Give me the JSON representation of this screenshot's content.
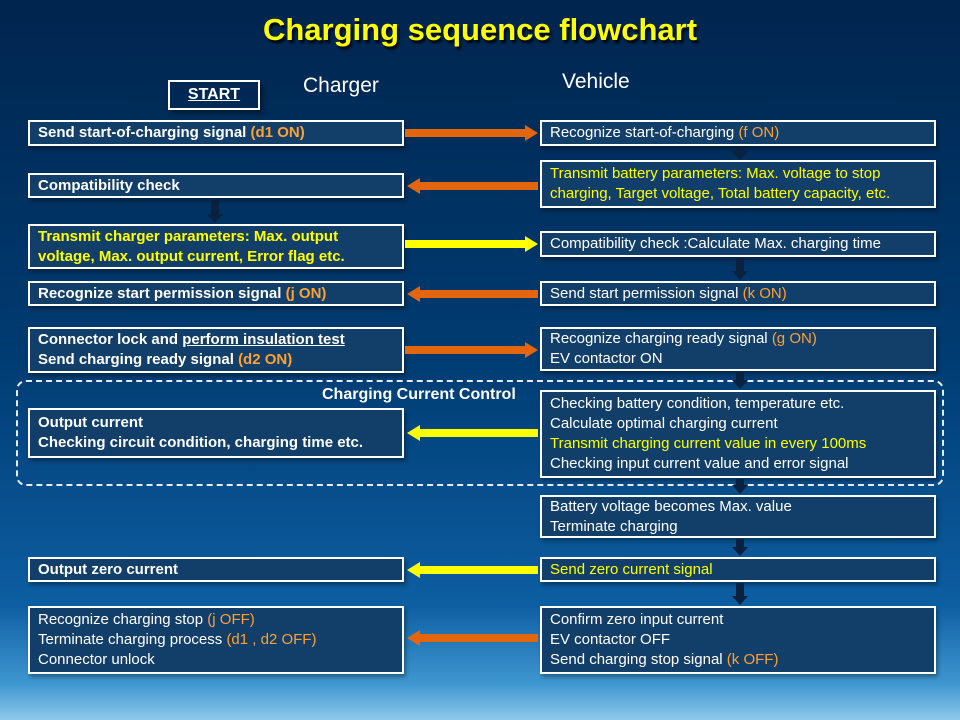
{
  "title": "Charging sequence flowchart",
  "start_label": "START",
  "headers": {
    "charger": "Charger",
    "vehicle": "Vehicle"
  },
  "section_label": "Charging Current Control",
  "colors": {
    "background_top": "#00254E",
    "background_bottom": "#8FC8EA",
    "box_fill": "#123F69",
    "box_border": "#FFFFFF",
    "title_yellow": "#FFFF00",
    "text_yellow": "#FFFF00",
    "text_orange": "#FFA033",
    "arrow_orange": "#E3650C",
    "arrow_yellow": "#FFFF00",
    "arrow_dark": "#0A2240"
  },
  "charger": {
    "send_start": {
      "text": "Send start-of-charging signal ",
      "signal": "(d1 ON)"
    },
    "compat": "Compatibility check",
    "transmit_params": "Transmit charger parameters: Max. output voltage, Max. output current,  Error flag etc.",
    "recognize_permission": {
      "text": "Recognize start permission signal  ",
      "signal": "(j ON)"
    },
    "connector_lock": {
      "line1_a": "Connector lock and ",
      "line1_b": "perform insulation test",
      "line2_a": "Send charging ready signal  ",
      "line2_b": "(d2 ON)"
    },
    "output_current": {
      "line1": "Output current",
      "line2": "Checking circuit condition, charging time etc."
    },
    "output_zero": "Output zero current",
    "stop": {
      "line1_a": "Recognize charging stop ",
      "line1_b": "(j  OFF)",
      "line2_a": "Terminate charging process ",
      "line2_b": "(d1 , d2  OFF)",
      "line3": "Connector unlock"
    }
  },
  "vehicle": {
    "recognize_start": {
      "text": "Recognize start-of-charging  ",
      "signal": "(f ON)"
    },
    "transmit_battery": "Transmit battery parameters: Max. voltage to stop charging, Target voltage, Total battery capacity, etc.",
    "compat": "Compatibility check :Calculate Max. charging time",
    "send_permission": {
      "text": "Send start permission signal ",
      "signal": "(k ON)"
    },
    "ready": {
      "line1_a": "Recognize charging ready signal ",
      "line1_b": "(g ON)",
      "line2": "EV contactor ON"
    },
    "current_control": {
      "line1": "Checking battery condition, temperature etc.",
      "line2": "Calculate optimal charging current",
      "line3": "Transmit charging current value in every 100ms",
      "line4": "Checking input current value and error signal"
    },
    "max_voltage": {
      "line1": "Battery voltage becomes Max. value",
      "line2": "Terminate charging"
    },
    "zero_current": "Send zero current signal",
    "stop": {
      "line1": "Confirm zero input current",
      "line2": "EV contactor OFF",
      "line3_a": "Send charging stop signal ",
      "line3_b": "(k  OFF)"
    }
  }
}
